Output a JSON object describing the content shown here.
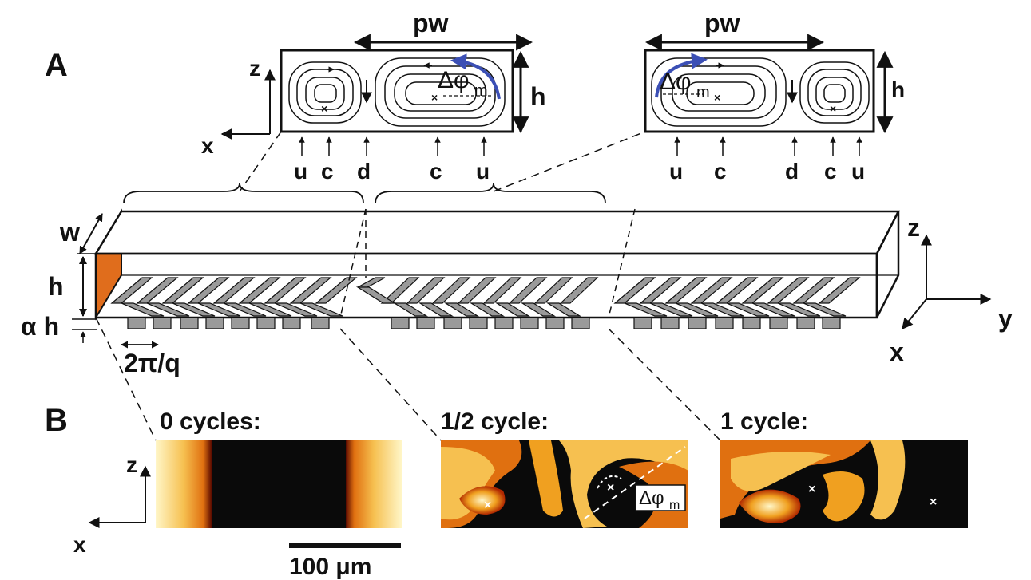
{
  "panel_a": {
    "label": "A",
    "cross_section_left": {
      "width_label": "pw",
      "height_label": "h",
      "phase_label": "Δφ",
      "phase_subscript": "m",
      "axis_z": "z",
      "axis_x": "x",
      "bottom_labels": [
        "u",
        "c",
        "d",
        "c",
        "u"
      ]
    },
    "cross_section_right": {
      "width_label": "pw",
      "height_label": "h",
      "phase_label": "Δφ",
      "phase_subscript": "m",
      "bottom_labels": [
        "u",
        "c",
        "d",
        "c",
        "u"
      ]
    },
    "channel": {
      "width_label": "w",
      "height_label": "h",
      "groove_depth_label": "α h",
      "period_label": "2π/q",
      "axis_z": "z",
      "axis_y": "y",
      "axis_x": "x"
    }
  },
  "panel_b": {
    "label": "B",
    "axis_z": "z",
    "axis_x": "x",
    "scale_bar": "100 μm",
    "phase_box": "Δφ",
    "phase_box_sub": "m",
    "images": [
      {
        "title": "0 cycles:"
      },
      {
        "title": "1/2 cycle:"
      },
      {
        "title": "1 cycle:"
      }
    ]
  },
  "colors": {
    "ink": "#111111",
    "phase_arrow": "#3b4fb5",
    "channel_end": "#e06d1c",
    "groove_fill": "#9a9a9a",
    "fluorescence_bright": "#fff6c8",
    "fluorescence_mid": "#f0a020",
    "fluorescence_edge": "#b02800",
    "background_dark": "#0a0a0a"
  }
}
